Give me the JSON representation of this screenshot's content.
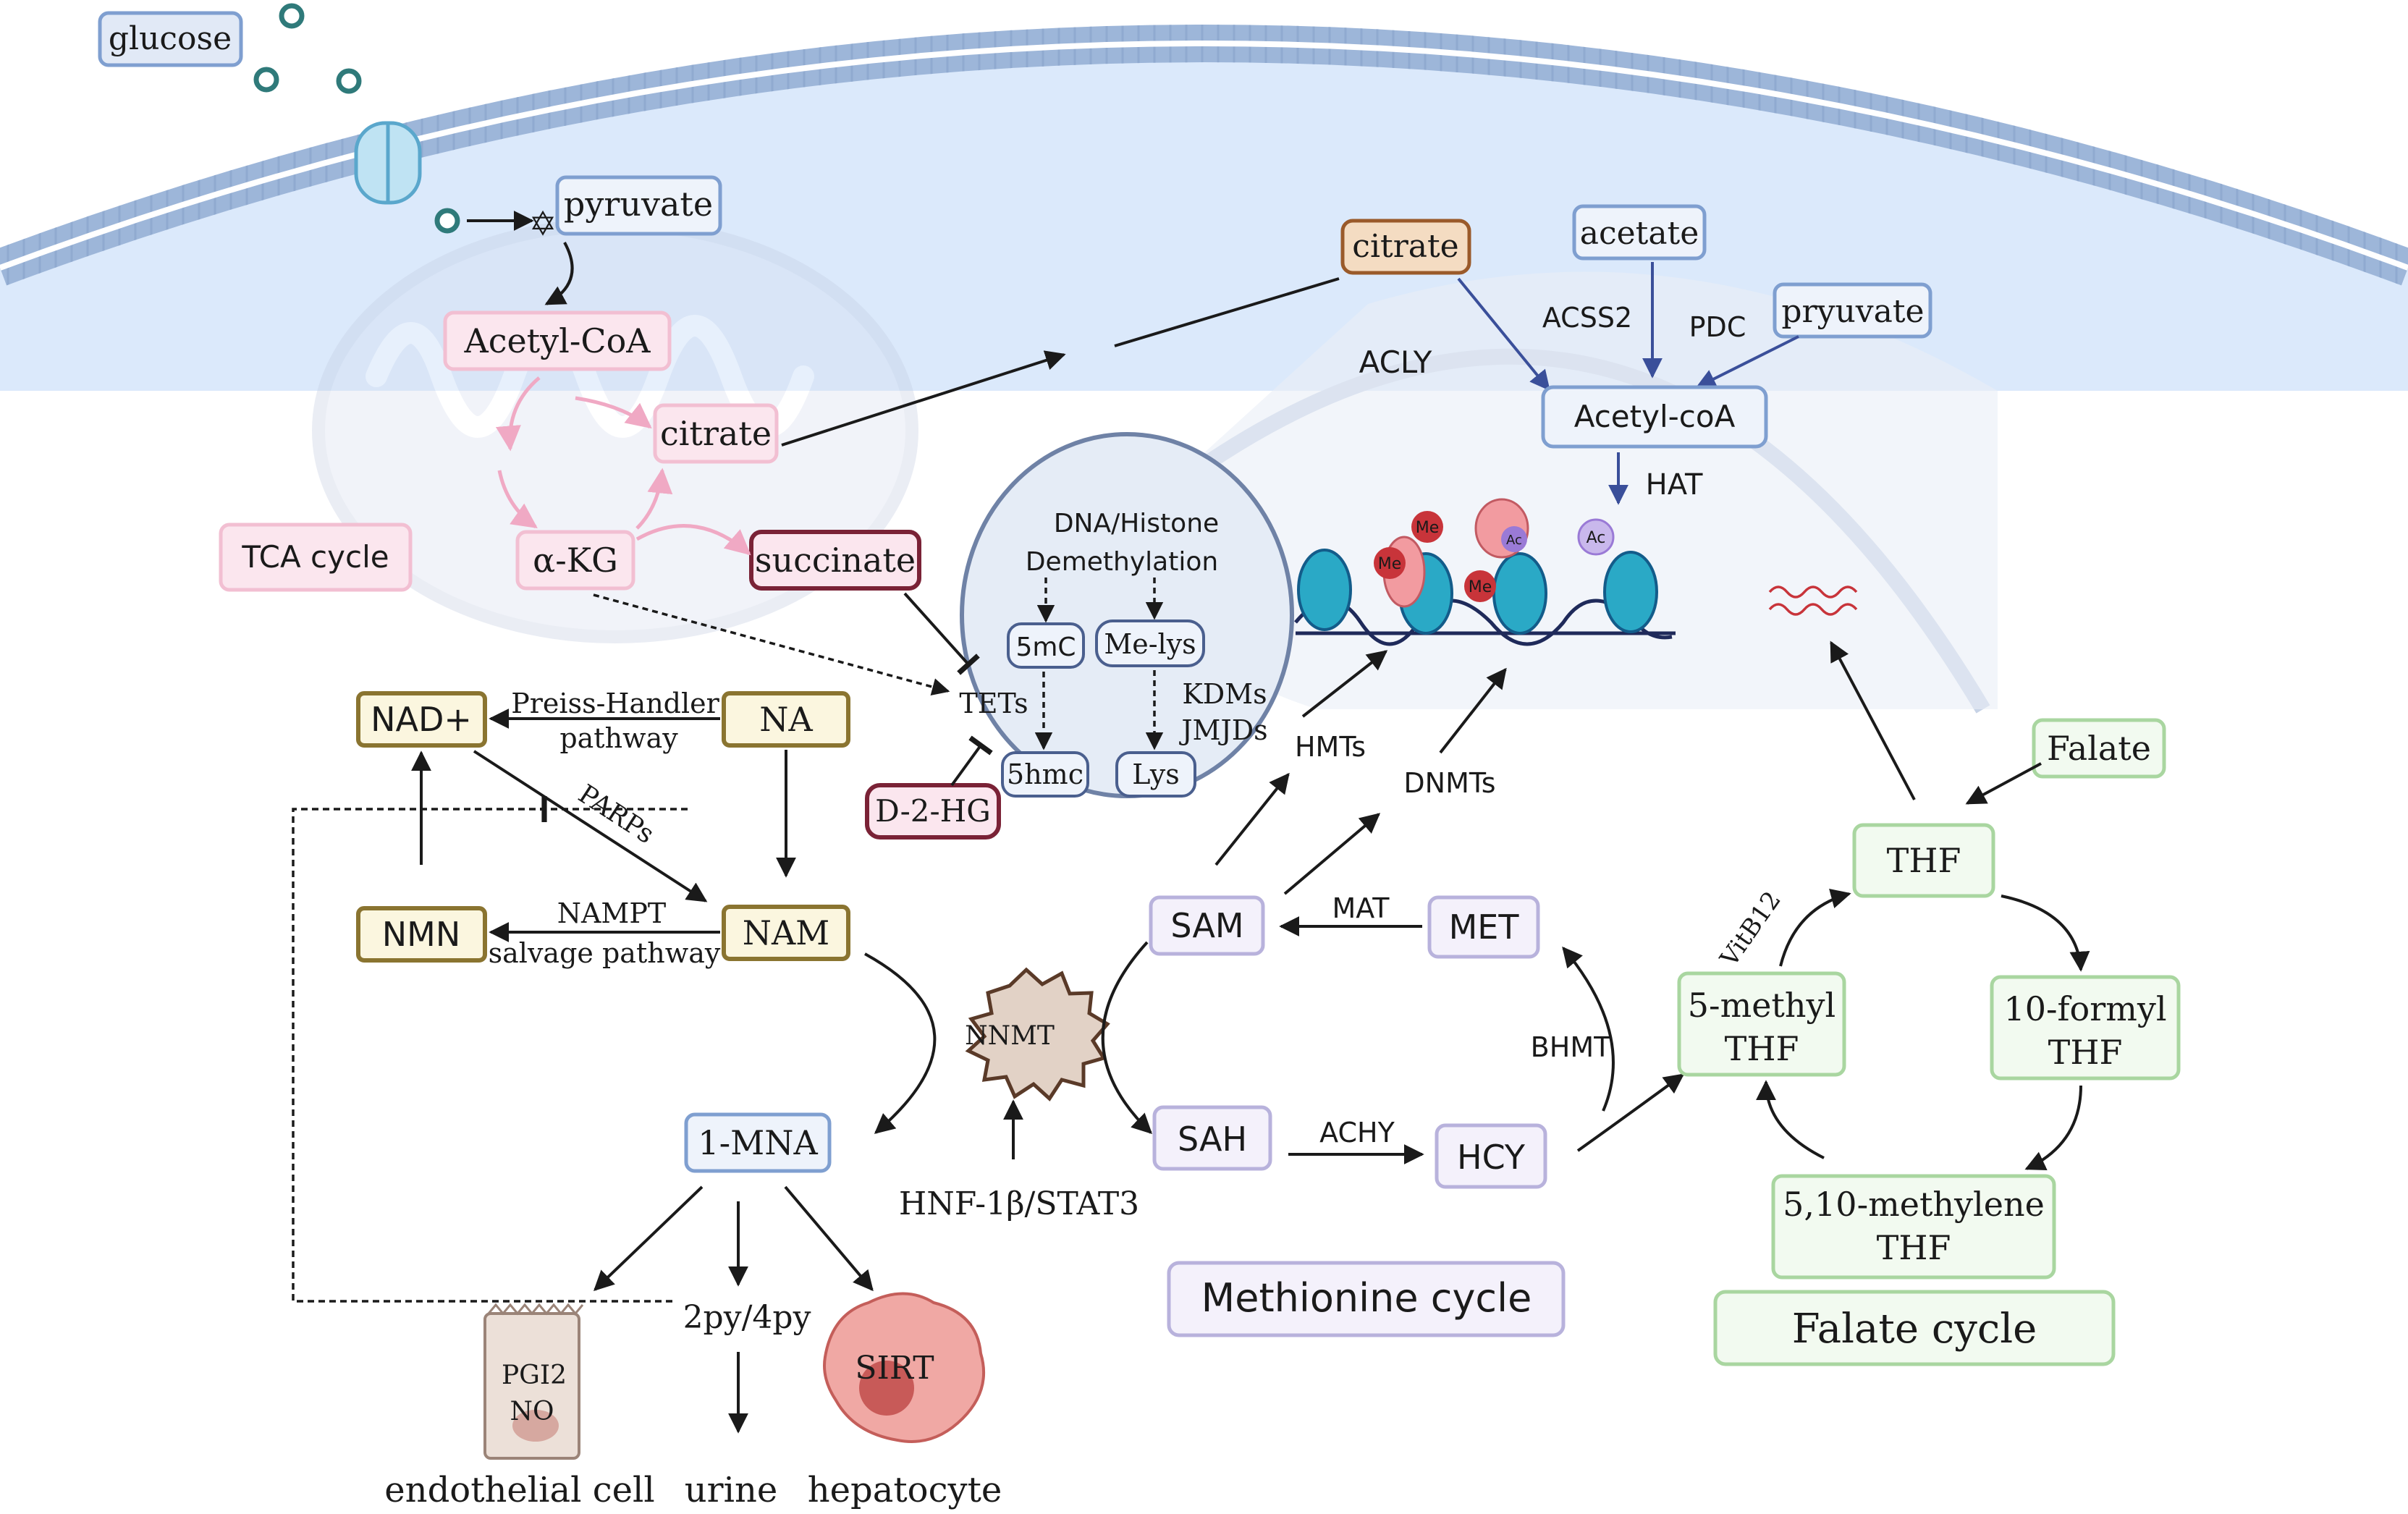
{
  "cell": {
    "glucose": "glucose",
    "pyruvate": "pyruvate",
    "acetyl_coa": "Acetyl-CoA",
    "citrate_mito": "citrate",
    "alpha_kg": "α-KG",
    "succinate": "succinate",
    "tca_cycle": "TCA cycle",
    "citrate_cyto": "citrate",
    "acetate": "acetate",
    "pryuvate": "pryuvate",
    "acly": "ACLY",
    "acss2": "ACSS2",
    "pdc": "PDC",
    "acetyl_coa_nuc": "Acetyl-coA",
    "hat": "HAT"
  },
  "demethylation": {
    "title_line1": "DNA/Histone",
    "title_line2": "Demethylation",
    "fivemc": "5mC",
    "melys": "Me-lys",
    "tets": "TETs",
    "kdms": "KDMs",
    "jmjds": "JMJDs",
    "fivehmc": "5hmc",
    "lys": "Lys",
    "d2hg": "D-2-HG"
  },
  "chromatin": {
    "me": "Me",
    "ac": "Ac",
    "hmts": "HMTs",
    "dnmts": "DNMTs"
  },
  "nad": {
    "nadplus": "NAD+",
    "na": "NA",
    "preiss_line1": "Preiss-Handler",
    "preiss_line2": "pathway",
    "parps": "PARPs",
    "nmn": "NMN",
    "nam": "NAM",
    "nampt_line1": "NAMPT",
    "nampt_line2": "salvage pathway",
    "nnmt": "NNMT",
    "mna": "1-MNA",
    "hnf": "HNF-1β/STAT3",
    "py": "2py/4py",
    "urine": "urine",
    "pgi2": "PGI2",
    "no": "NO",
    "endothelial": "endothelial cell",
    "sirt": "SIRT",
    "hepatocyte": "hepatocyte"
  },
  "methionine": {
    "sam": "SAM",
    "met": "MET",
    "mat": "MAT",
    "bhmt": "BHMT",
    "sah": "SAH",
    "achy": "ACHY",
    "hcy": "HCY",
    "title": "Methionine cycle"
  },
  "folate": {
    "falate": "Falate",
    "thf": "THF",
    "vitb12": "VitB12",
    "methyl_line1": "5-methyl",
    "methyl_line2": "THF",
    "formyl_line1": "10-formyl",
    "formyl_line2": "THF",
    "methylene_line1": "5,10-methylene",
    "methylene_line2": "THF",
    "title": "Falate cycle"
  },
  "colors": {
    "cytoplasm": "#dbe9fb",
    "blue_box": "#7f9fd0",
    "pink_box": "#f2bfd2",
    "succinate": "#7a2236",
    "citrate_fill": "#f4dcc2",
    "citrate_stroke": "#9a5a2a",
    "nad_stroke": "#8a7430",
    "nad_fill": "#fbf6df",
    "met_stroke": "#b8b2dc",
    "fol_stroke": "#a9d6a0",
    "nucleus_stroke": "#6f82a6",
    "nucleosome": "#2aa9c6"
  }
}
